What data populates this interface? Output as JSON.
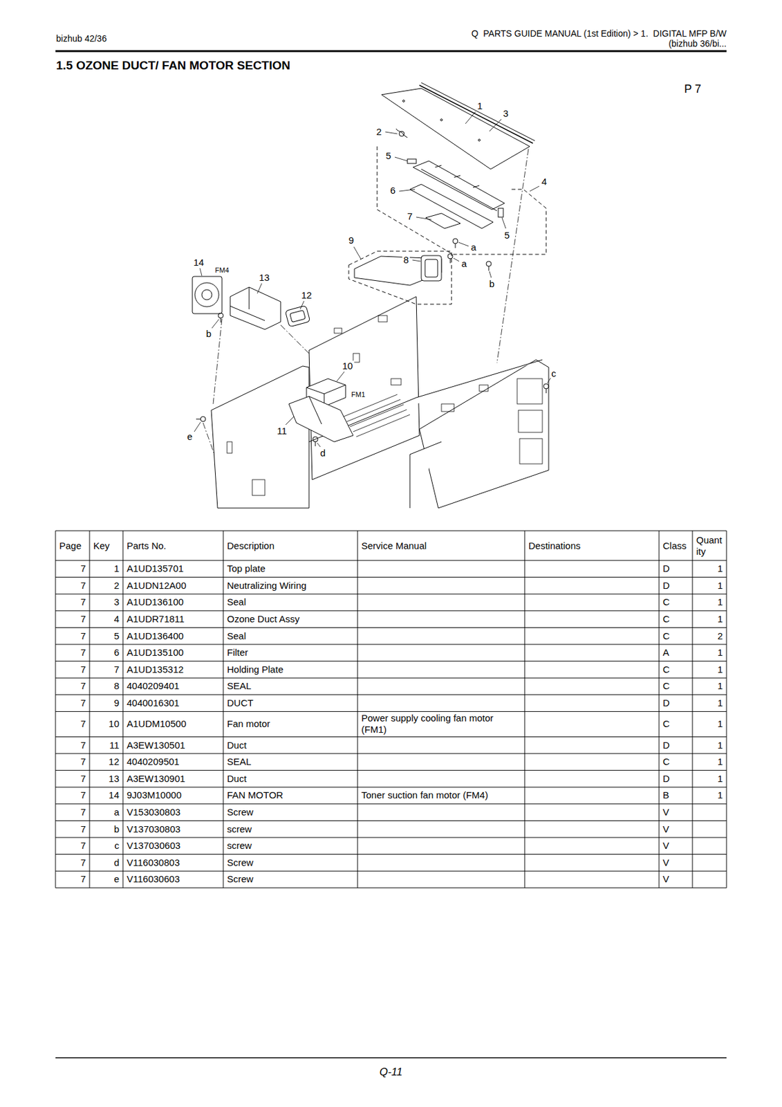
{
  "diagram": {
    "title": "1.5 OZONE DUCT/ FAN MOTOR SECTION",
    "labels": [
      "bizhub 42/36",
      "Q  PARTS GUIDE MANUAL (1st Edition) > 1.  DIGITAL MFP B/W",
      "(bizhub 36/bi...",
      "P 7",
      "1",
      "3",
      "2",
      "5",
      "4",
      "6",
      "7",
      "5",
      "a",
      "9",
      "8",
      "a",
      "b",
      "14",
      "FM4",
      "13",
      "12",
      "b",
      "10",
      "FM1",
      "c",
      "11",
      "d",
      "e",
      "Page",
      "Key",
      "Parts No.",
      "Description",
      "Service Manual",
      "Destinations",
      "Class",
      "Quantity",
      "7",
      "1",
      "A1UD135701",
      "Top plate",
      "D",
      "1",
      "7",
      "2",
      "A1UDN12A00",
      "Neutralizing Wiring",
      "D",
      "1",
      "7",
      "3",
      "A1UD136100",
      "Seal",
      "C",
      "1",
      "7",
      "4",
      "A1UDR71811",
      "Ozone Duct Assy",
      "C",
      "1",
      "7",
      "5",
      "A1UD136400",
      "Seal",
      "C",
      "2",
      "7",
      "6",
      "A1UD135100",
      "Filter",
      "A",
      "1",
      "7",
      "7",
      "A1UD135312",
      "Holding Plate",
      "C",
      "1",
      "7",
      "8",
      "4040209401",
      "SEAL",
      "C",
      "1",
      "7",
      "9",
      "4040016301",
      "DUCT",
      "D",
      "1",
      "7",
      "10",
      "A1UDM10500",
      "Fan motor",
      "Power supply cooling fan motor (FM1)",
      "C",
      "1",
      "7",
      "11",
      "A3EW130501",
      "Duct",
      "D",
      "1",
      "7",
      "12",
      "4040209501",
      "SEAL",
      "C",
      "1",
      "7",
      "13",
      "A3EW130901",
      "Duct",
      "D",
      "1",
      "7",
      "14",
      "9J03M10000",
      "FAN MOTOR",
      "Toner suction fan motor (FM4)",
      "B",
      "1",
      "7",
      "a",
      "V153030803",
      "Screw",
      "V",
      "7",
      "b",
      "V137030803",
      "screw",
      "V",
      "7",
      "c",
      "V137030603",
      "screw",
      "V",
      "7",
      "d",
      "V116030803",
      "Screw",
      "V",
      "7",
      "e",
      "V116030603",
      "Screw",
      "V",
      "Q-11"
    ]
  }
}
